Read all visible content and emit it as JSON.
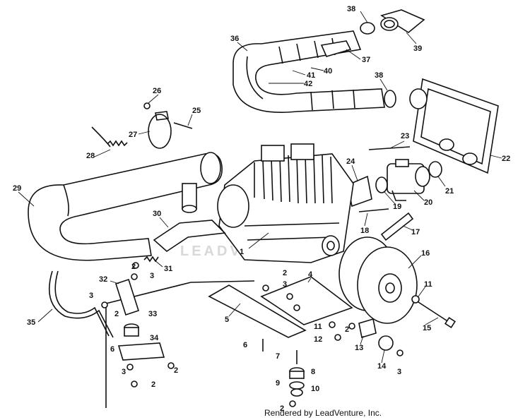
{
  "watermark": "LEADVENTURE",
  "credit": "Rendered by LeadVenture, Inc.",
  "callouts": {
    "c1": "1",
    "c2a": "2",
    "c2b": "2",
    "c2c": "2",
    "c2d": "2",
    "c2e": "2",
    "c2f": "2",
    "c2g": "2",
    "c3a": "3",
    "c3b": "3",
    "c3c": "3",
    "c3d": "3",
    "c3e": "3",
    "c4": "4",
    "c5": "5",
    "c6a": "6",
    "c6b": "6",
    "c7": "7",
    "c8": "8",
    "c9": "9",
    "c10": "10",
    "c11a": "11",
    "c11b": "11",
    "c12": "12",
    "c13": "13",
    "c14": "14",
    "c15": "15",
    "c16": "16",
    "c17": "17",
    "c18": "18",
    "c19": "19",
    "c20": "20",
    "c21": "21",
    "c22": "22",
    "c23": "23",
    "c24": "24",
    "c25": "25",
    "c26": "26",
    "c27": "27",
    "c28": "28",
    "c29": "29",
    "c30": "30",
    "c31": "31",
    "c32": "32",
    "c33": "33",
    "c34": "34",
    "c35": "35",
    "c36": "36",
    "c37": "37",
    "c38a": "38",
    "c38b": "38",
    "c39": "39",
    "c40": "40",
    "c41": "41",
    "c42": "42"
  }
}
